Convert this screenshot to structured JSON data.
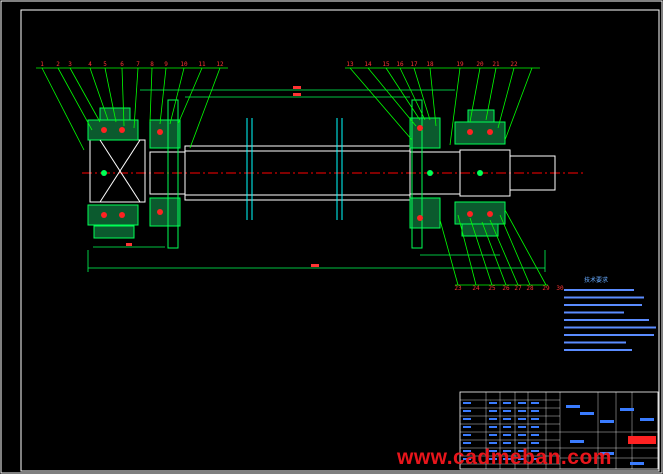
{
  "drawing": {
    "part_numbers_top_left": [
      "1",
      "2",
      "3",
      "4",
      "5",
      "6",
      "7",
      "8",
      "9",
      "10",
      "11",
      "12"
    ],
    "part_numbers_top_right": [
      "13",
      "14",
      "15",
      "16",
      "17",
      "18",
      "19",
      "20",
      "21",
      "22"
    ],
    "part_numbers_bottom_right": [
      "23",
      "24",
      "25",
      "26",
      "27",
      "28",
      "29",
      "30"
    ],
    "notes_title": "技术要求",
    "notes_line_count": 9,
    "title_block_present": true
  },
  "watermark": "www.cadmeban.com",
  "colors": {
    "background": "#000000",
    "border": "#ffffff",
    "leaders": "#00ff00",
    "centerline": "#ff0000",
    "housing": "#00aa55",
    "shaft_outline": "#ffffff",
    "dim_text": "#ff3333",
    "cyan": "#00ffff",
    "watermark": "#e8151b"
  }
}
